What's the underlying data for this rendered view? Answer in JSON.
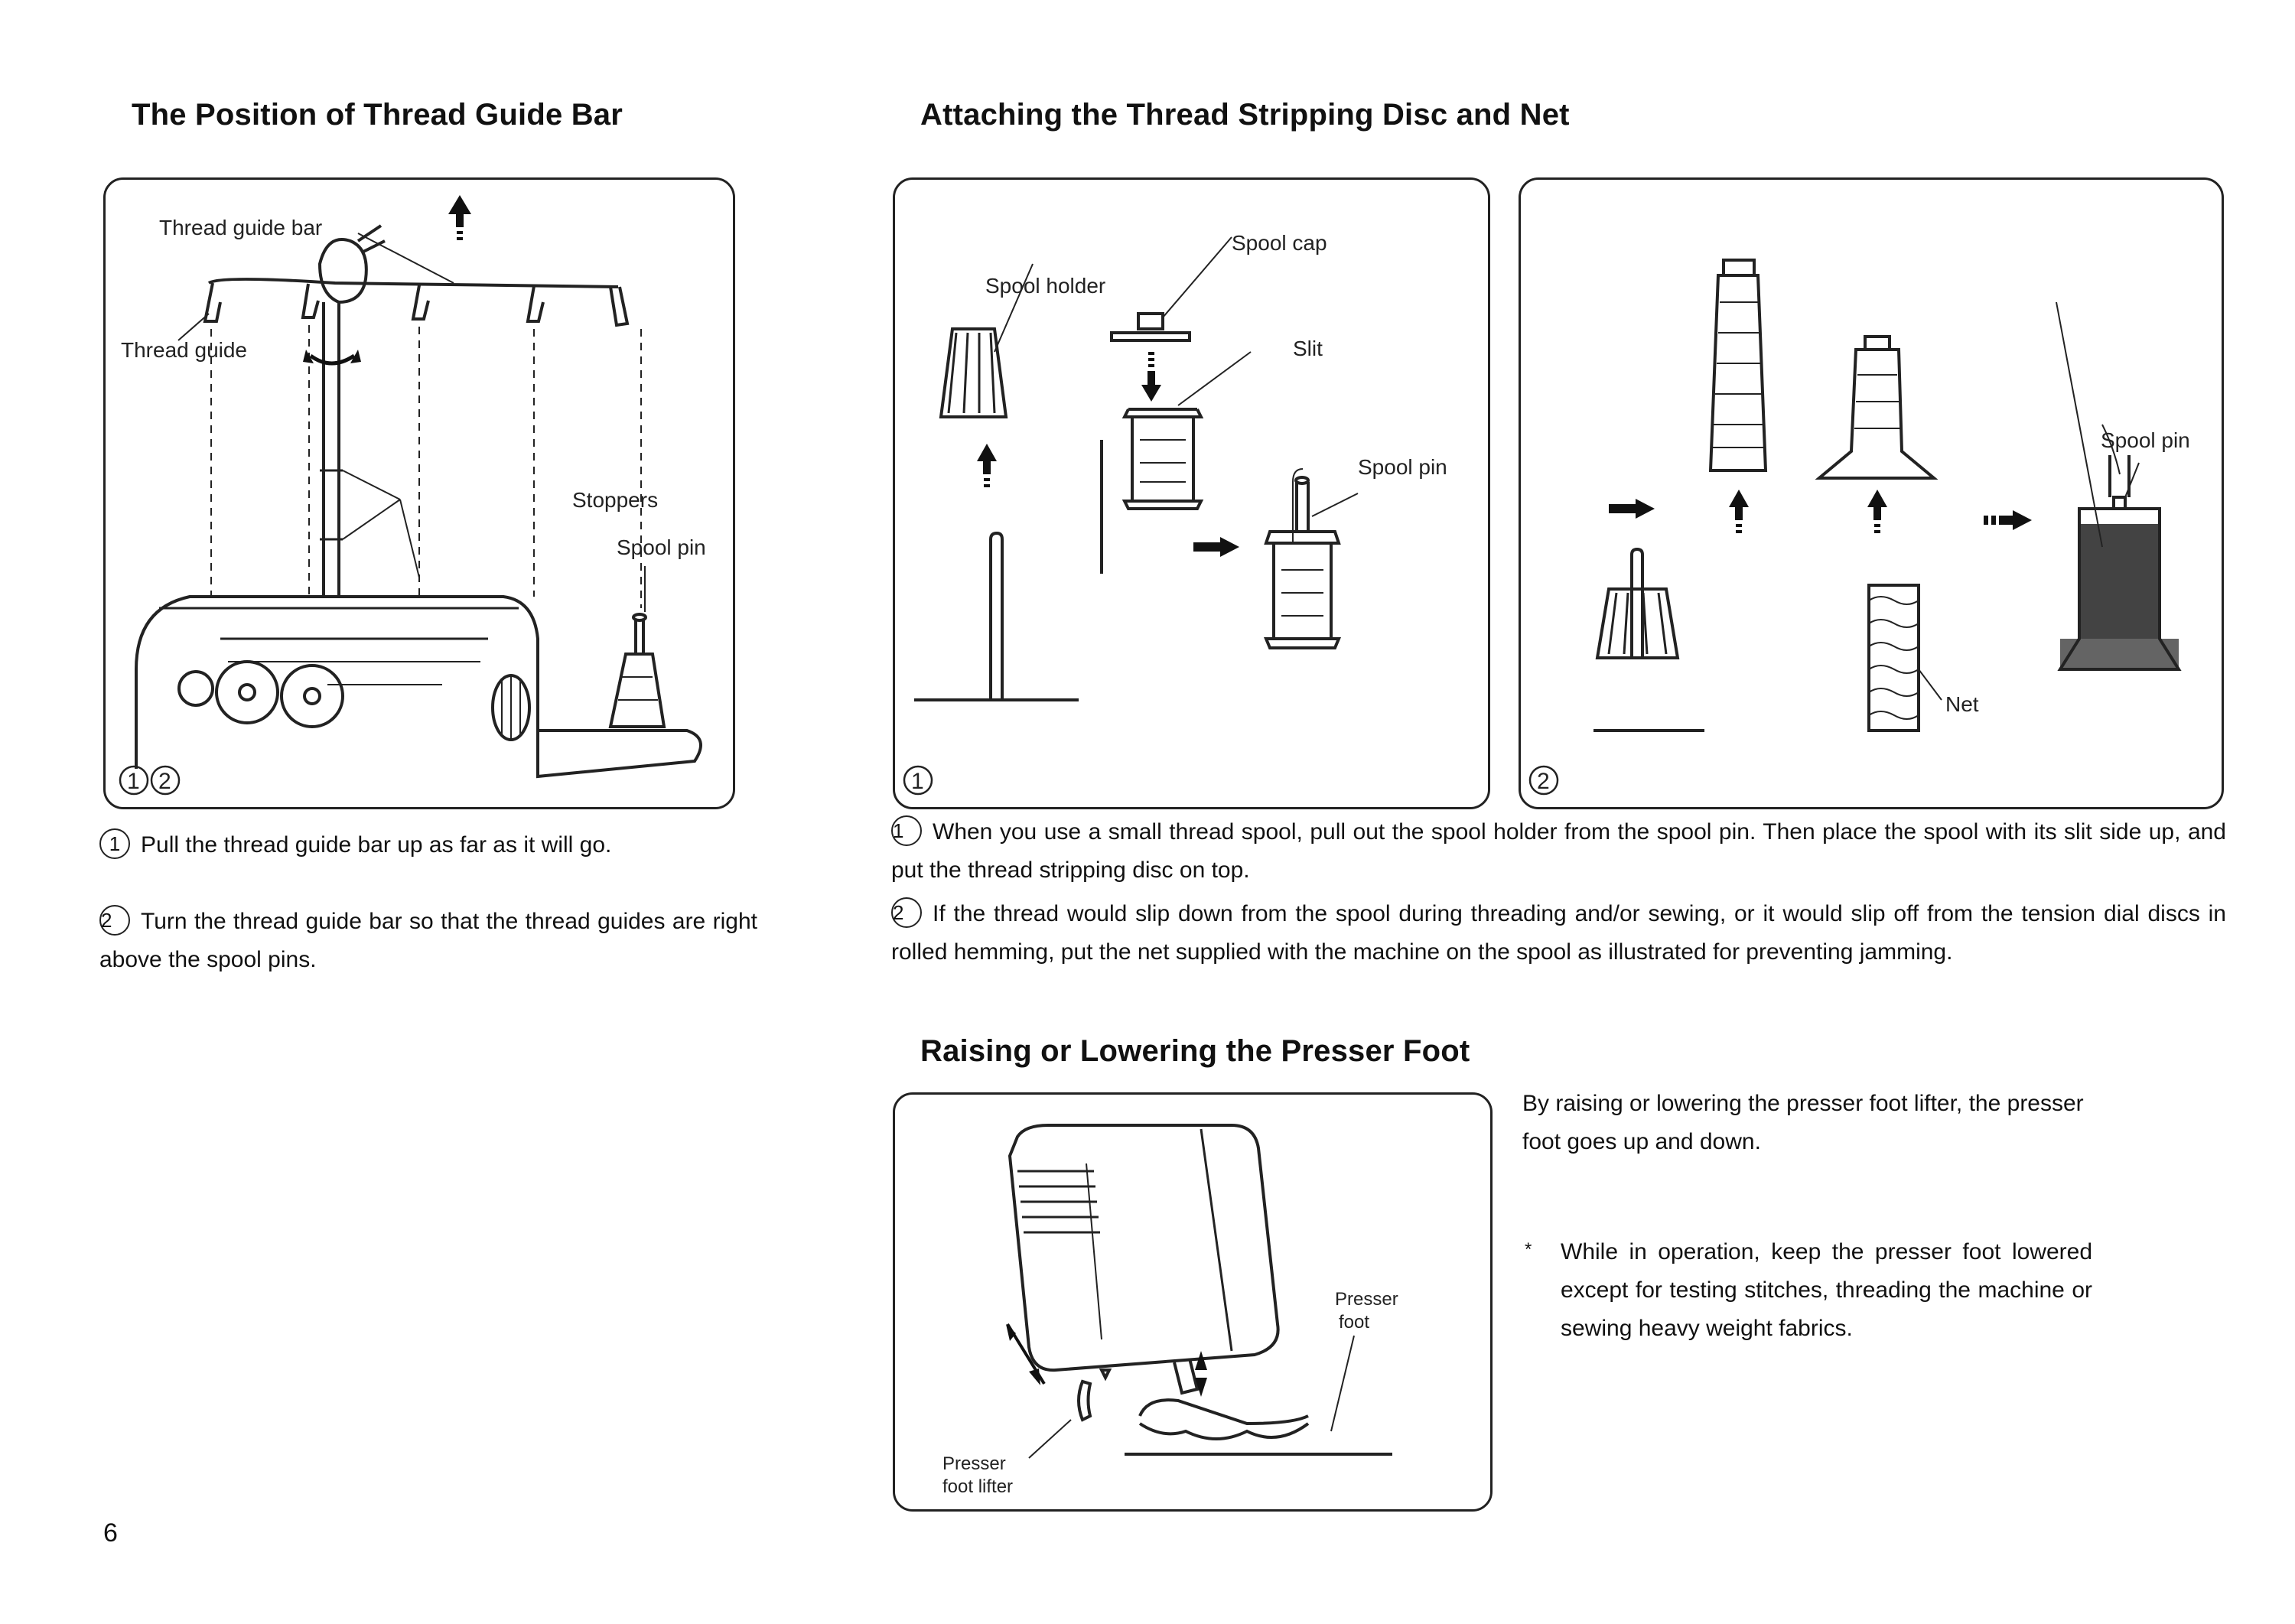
{
  "page_number": "6",
  "left": {
    "title": "The Position of Thread Guide Bar",
    "figure": {
      "label_thread_guide_bar": "Thread guide bar",
      "label_thread_guide": "Thread guide",
      "label_stoppers": "Stoppers",
      "label_spool_pin": "Spool pin",
      "badge_1": "1",
      "badge_2": "2"
    },
    "steps": [
      {
        "num": "1",
        "text": "Pull the thread guide bar up as far as it will go."
      },
      {
        "num": "2",
        "text": "Turn the thread guide bar so that the thread guides are right above the spool pins."
      }
    ]
  },
  "right": {
    "title": "Attaching the Thread Stripping Disc and Net",
    "figure1": {
      "label_spool_cap": "Spool cap",
      "label_spool_holder": "Spool holder",
      "label_slit": "Slit",
      "label_spool_pin": "Spool pin",
      "badge": "1"
    },
    "figure2": {
      "label_spool_pin": "Spool pin",
      "label_net": "Net",
      "badge": "2"
    },
    "steps": [
      {
        "num": "1",
        "text": "When you use a small thread spool, pull out the spool holder from the spool pin. Then place the spool with its slit side up, and put the thread stripping disc on top."
      },
      {
        "num": "2",
        "text": "If the thread would slip down from the spool during threading and/or sewing, or it would slip off from the tension dial discs in rolled hemming, put the net supplied with the machine on the spool as illustrated for preventing jamming."
      }
    ]
  },
  "presser": {
    "title": "Raising or Lowering the Presser Foot",
    "figure": {
      "label_presser_foot_l1": "Presser",
      "label_presser_foot_l2": "foot",
      "label_lifter_l1": "Presser",
      "label_lifter_l2": "foot lifter"
    },
    "intro": "By raising or lowering the presser foot lifter, the presser foot goes up and down.",
    "note_mark": "*",
    "note": "While in operation, keep the presser foot lowered except for testing stitches, threading the machine or sewing heavy weight fabrics."
  }
}
